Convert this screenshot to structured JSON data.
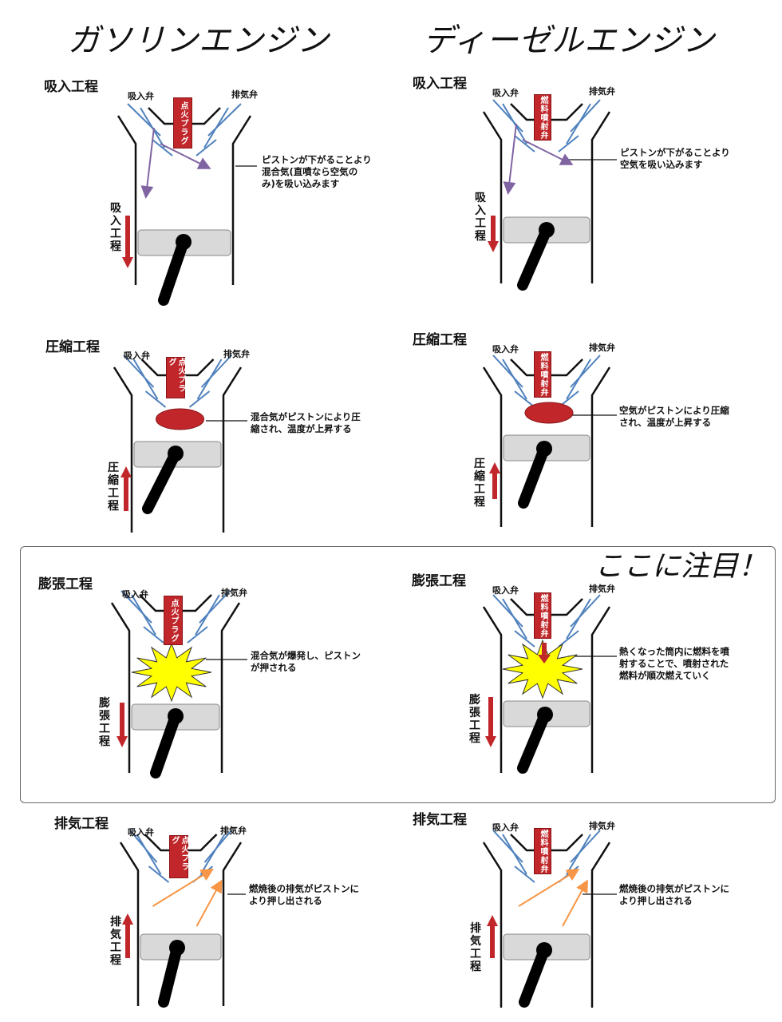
{
  "titles": {
    "gasoline": "ガソリンエンジン",
    "diesel": "ディーゼルエンジン"
  },
  "focus_label": "ここに注目！",
  "valve_labels": {
    "intake": "吸入弁",
    "exhaust": "排気弁"
  },
  "component_labels": {
    "spark_plug": "点火プラグ",
    "injector": "燃料噴射弁"
  },
  "gasoline": {
    "intake": {
      "title": "吸入工程",
      "stroke_label": "吸入工程",
      "annotation": [
        "ピストンが下がることより",
        "混合気(直噴なら空気の",
        "み)を吸い込みます"
      ]
    },
    "compression": {
      "title": "圧縮工程",
      "stroke_label": "圧縮工程",
      "annotation": [
        "混合気がピストンにより圧",
        "縮され、温度が上昇する"
      ]
    },
    "expansion": {
      "title": "膨張工程",
      "stroke_label": "膨張工程",
      "annotation": [
        "混合気が爆発し、ピストン",
        "が押される"
      ]
    },
    "exhaust": {
      "title": "排気工程",
      "stroke_label": "排気工程",
      "annotation": [
        "燃焼後の排気がピストンに",
        "より押し出される"
      ]
    }
  },
  "diesel": {
    "intake": {
      "title": "吸入工程",
      "stroke_label": "吸入工程",
      "annotation": [
        "ピストンが下がることより",
        "空気を吸い込みます"
      ]
    },
    "compression": {
      "title": "圧縮工程",
      "stroke_label": "圧縮工程",
      "annotation": [
        "空気がピストンにより圧縮",
        "され、温度が上昇する"
      ]
    },
    "expansion": {
      "title": "膨張工程",
      "stroke_label": "膨張工程",
      "annotation": [
        "熱くなった筒内に燃料を噴",
        "射することで、噴射された",
        "燃料が順次燃えていく"
      ]
    },
    "exhaust": {
      "title": "排気工程",
      "stroke_label": "排気工程",
      "annotation": [
        "燃焼後の排気がピストンに",
        "より押し出される"
      ]
    }
  },
  "colors": {
    "valve": "#4f81bd",
    "plug": "#c0262a",
    "arrow_red": "#c0262a",
    "intake_arrow": "#8064a2",
    "exhaust_arrow": "#f79646",
    "explosion": "#ffff00",
    "piston": "#d9d9d9"
  }
}
